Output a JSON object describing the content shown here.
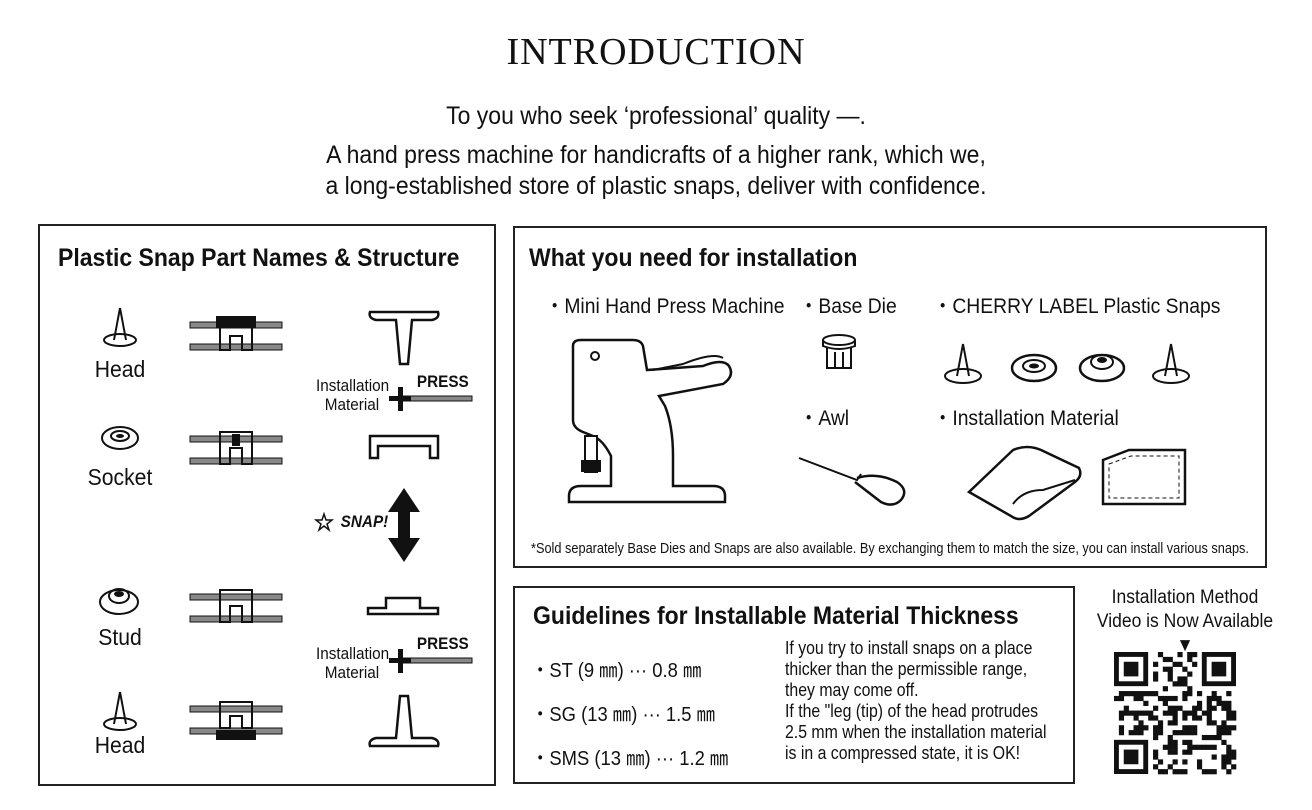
{
  "header": {
    "title": "INTRODUCTION",
    "line1": "To you who seek ‘professional’ quality ―.",
    "line2": "A hand press machine for handicrafts of a higher rank, which we,",
    "line3": "a long-established store of plastic snaps, deliver with confidence."
  },
  "structure": {
    "title": "Plastic Snap Part Names & Structure",
    "parts": [
      "Head",
      "Socket",
      "Stud",
      "Head"
    ],
    "installation_material": "Installation\nMaterial",
    "press_label": "PRESS",
    "snap_label": "SNAP!"
  },
  "needs": {
    "title": "What you need for installation",
    "items": {
      "machine": "・Mini Hand Press Machine",
      "base_die": "・Base Die",
      "snaps": "・CHERRY LABEL Plastic Snaps",
      "awl": "・Awl",
      "material": "・Installation Material"
    },
    "footnote": "*Sold separately Base Dies and Snaps are also available. By exchanging them to match the size, you can install various snaps."
  },
  "guidelines": {
    "title": "Guidelines for Installable Material Thickness",
    "items": [
      "・ST (9 ㎜) ··· 0.8 ㎜",
      "・SG (13 ㎜) ··· 1.5 ㎜",
      "・SMS (13 ㎜) ··· 1.2 ㎜"
    ],
    "note_lines": [
      "If you try to install snaps on a place",
      "thicker than the permissible range,",
      "they may come off.",
      "If the \"leg (tip) of the head protrudes",
      "2.5 mm when the installation material",
      "is in a compressed state, it is OK!"
    ]
  },
  "video": {
    "line1": "Installation Method",
    "line2": "Video is Now Available ▼"
  }
}
